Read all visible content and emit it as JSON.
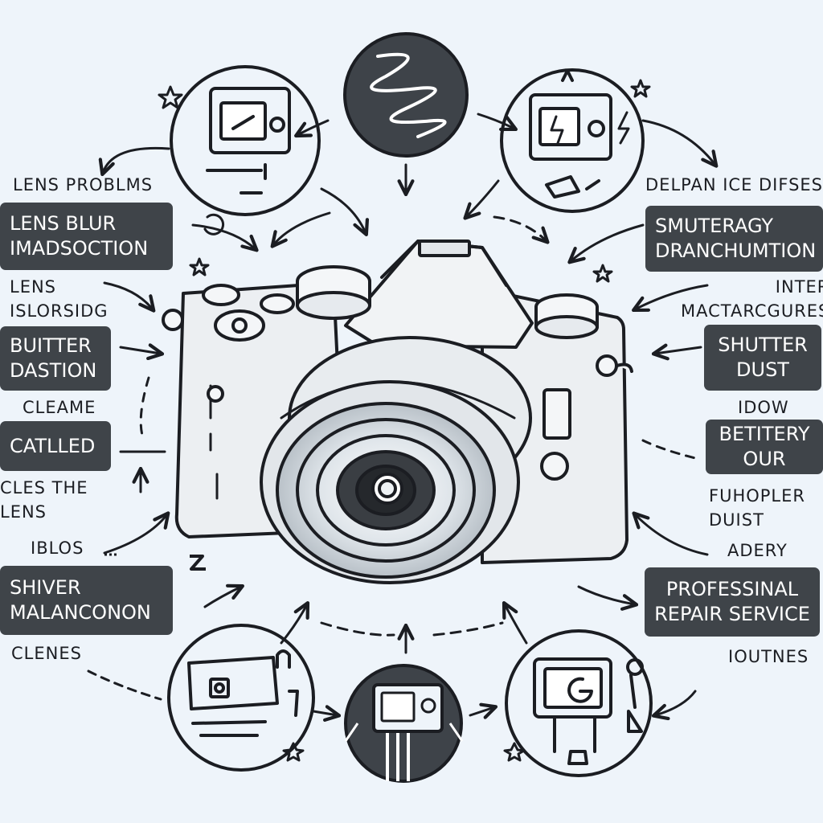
{
  "labels": {
    "lens_problems": "LENS PROBLMS",
    "delpan": "DELPAN ICE DIFSES",
    "lens_l1": "LENS",
    "lens_l2": "ISLORSIDG",
    "inter_l1": "INTER",
    "inter_l2": "MACTARCGURES",
    "cleame": "CLEAME",
    "idow": "IDOW",
    "cles_l1": "CLES THE",
    "cles_l2": "LENS",
    "fuhopler_l1": "FUHOPLER",
    "fuhopler_l2": "DUIST",
    "iblos": "IBLOS",
    "adery": "ADERY",
    "clenes": "CLENES",
    "ioutnes": "IOUTNES"
  },
  "boxes": {
    "lens_blur_l1": "LENS BLUR",
    "lens_blur_l2": "IMADSOCTION",
    "smuteragy_l1": "SMUTERAGY",
    "smuteragy_l2": "DRANCHUMTION",
    "buitter_l1": "BUITTER",
    "buitter_l2": "DASTION",
    "shutter_l1": "SHUTTER",
    "shutter_l2": "DUST",
    "catlled": "CATLLED",
    "betitery_l1": "BETITERY",
    "betitery_l2": "OUR",
    "shiver_l1": "SHIVER",
    "shiver_l2": "MALANCONON",
    "professinal_l1": "PROFESSINAL",
    "professinal_l2": "REPAIR SERVICE"
  },
  "colors": {
    "background": "#eef4fa",
    "ink": "#1b1d22",
    "box_fill": "#3f4449",
    "box_text": "#ffffff",
    "dark_circle": "#3e4349"
  },
  "icons": {
    "center": "camera-icon",
    "top": "swirl-icon",
    "top_left": "camera-screen-icon",
    "top_right": "camera-flash-icon",
    "bottom_left": "tools-bench-icon",
    "bottom_center": "camera-tripod-icon",
    "bottom_right": "repair-station-icon"
  }
}
